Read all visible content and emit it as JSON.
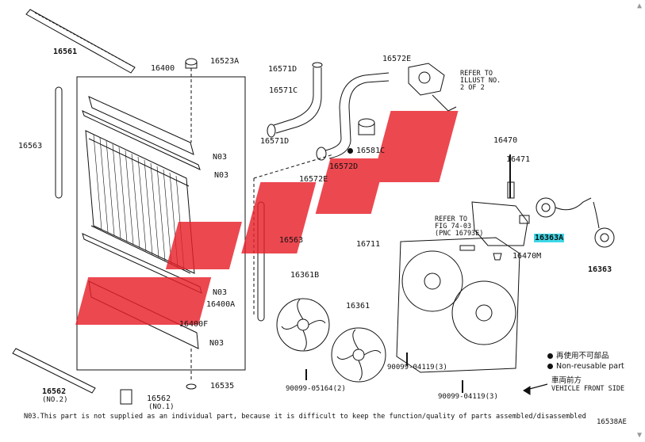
{
  "diagram": {
    "parts": [
      {
        "id": "16561",
        "label": "16561",
        "highlight": false
      },
      {
        "id": "16400",
        "label": "16400",
        "highlight": false
      },
      {
        "id": "16523A",
        "label": "16523A",
        "highlight": false
      },
      {
        "id": "16571D-top",
        "label": "16571D",
        "highlight": false
      },
      {
        "id": "16572E-top",
        "label": "16572E",
        "highlight": false
      },
      {
        "id": "16571C",
        "label": "16571C",
        "highlight": false
      },
      {
        "id": "16563-left",
        "label": "16563",
        "highlight": false
      },
      {
        "id": "16571D-mid",
        "label": "16571D",
        "highlight": false
      },
      {
        "id": "16581C",
        "label": "16581C",
        "highlight": false
      },
      {
        "id": "16572D",
        "label": "16572D",
        "highlight": false
      },
      {
        "id": "16572E-mid",
        "label": "16572E",
        "highlight": false
      },
      {
        "id": "16470",
        "label": "16470",
        "highlight": false
      },
      {
        "id": "16471",
        "label": "16471",
        "highlight": false
      },
      {
        "id": "16363A",
        "label": "16363A",
        "highlight": true
      },
      {
        "id": "16470M",
        "label": "16470M",
        "highlight": false
      },
      {
        "id": "16363",
        "label": "16363",
        "highlight": false
      },
      {
        "id": "16563-mid",
        "label": "16563",
        "highlight": false
      },
      {
        "id": "16711",
        "label": "16711",
        "highlight": false
      },
      {
        "id": "16361B",
        "label": "16361B",
        "highlight": false
      },
      {
        "id": "16361",
        "label": "16361",
        "highlight": false
      },
      {
        "id": "16400A",
        "label": "16400A",
        "highlight": false
      },
      {
        "id": "16400F",
        "label": "16400F",
        "highlight": false
      },
      {
        "id": "16535",
        "label": "16535",
        "highlight": false
      },
      {
        "id": "16562",
        "label": "16562",
        "highlight": false
      },
      {
        "id": "16562-no1",
        "label": "16562",
        "highlight": false
      },
      {
        "id": "90099-05164",
        "label": "90099-05164(2)",
        "highlight": false
      },
      {
        "id": "90099-04119a",
        "label": "90099-04119(3)",
        "highlight": false
      },
      {
        "id": "90099-04119b",
        "label": "90099-04119(3)",
        "highlight": false
      }
    ],
    "no3_labels": [
      "N03",
      "N03",
      "N03",
      "N03"
    ],
    "sublabels": {
      "no2": "(NO.2)",
      "no1": "(NO.1)"
    },
    "refs": {
      "illust": "REFER TO\nILLUST NO.\n2 OF 2",
      "fig": "REFER TO\nFIG 74-03\n(PNC 16793E)"
    },
    "legend": {
      "reuse_cn": "再使用不可部品",
      "reuse_en": "Non-reusable part",
      "front_cn": "車両前方",
      "front_en": "VEHICLE FRONT SIDE"
    },
    "footnote": "N03.This part is not supplied as an individual part, because it is difficult to keep the function/quality of parts assembled/disassembled",
    "figure_code": "16538AE",
    "watermark_color": "#e8202a",
    "highlight_color": "#3fd7e6",
    "nav": {
      "up": "▲",
      "down": "▼"
    }
  }
}
